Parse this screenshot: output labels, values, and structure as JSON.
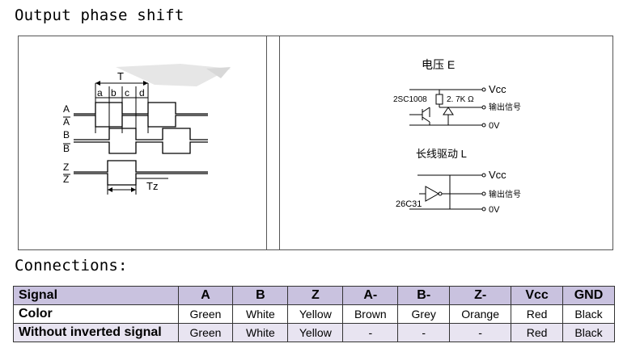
{
  "headings": {
    "phase": "Output phase shift",
    "connections": "Connections:"
  },
  "timing": {
    "period": "T",
    "sub": [
      "a",
      "b",
      "c",
      "d"
    ],
    "index_width": "Tz",
    "channels": [
      "A",
      "A",
      "B",
      "B",
      "Z",
      "Z"
    ]
  },
  "circuit_e": {
    "title": "电压 E",
    "vcc": "Vcc",
    "transistor": "2SC1008",
    "resistor": "2. 7K Ω",
    "output": "输出信号",
    "ov": "0V"
  },
  "circuit_l": {
    "title": "长线驱动 L",
    "vcc": "Vcc",
    "output": "输出信号",
    "driver": "26C31",
    "ov": "0V"
  },
  "table": {
    "headers": [
      "Signal",
      "A",
      "B",
      "Z",
      "A-",
      "B-",
      "Z-",
      "Vcc",
      "GND"
    ],
    "rows": [
      [
        "Color",
        "Green",
        "White",
        "Yellow",
        "Brown",
        "Grey",
        "Orange",
        "Red",
        "Black"
      ],
      [
        "Without inverted signal",
        "Green",
        "White",
        "Yellow",
        "-",
        "-",
        "-",
        "Red",
        "Black"
      ]
    ]
  }
}
